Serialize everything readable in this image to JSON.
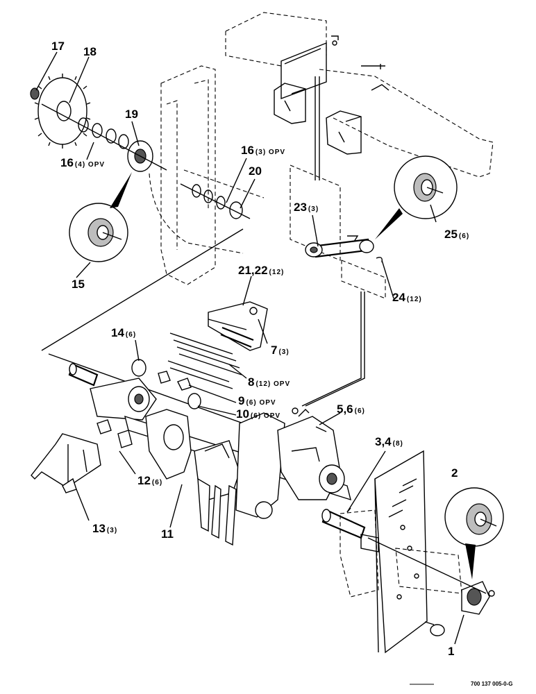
{
  "callouts": {
    "c1": {
      "num": "1",
      "qty": ""
    },
    "c2": {
      "num": "2",
      "qty": ""
    },
    "c34": {
      "num": "3,4",
      "qty": "(8)"
    },
    "c56": {
      "num": "5,6",
      "qty": "(6)"
    },
    "c7": {
      "num": "7",
      "qty": "(3)"
    },
    "c8": {
      "num": "8",
      "qty": "(12) OPV"
    },
    "c9": {
      "num": "9",
      "qty": "(6) OPV"
    },
    "c10": {
      "num": "10",
      "qty": "(6) OPV"
    },
    "c11": {
      "num": "11",
      "qty": ""
    },
    "c12": {
      "num": "12",
      "qty": "(6)"
    },
    "c13": {
      "num": "13",
      "qty": "(3)"
    },
    "c14": {
      "num": "14",
      "qty": "(6)"
    },
    "c15": {
      "num": "15",
      "qty": ""
    },
    "c16a": {
      "num": "16",
      "qty": "(4) OPV"
    },
    "c16b": {
      "num": "16",
      "qty": "(3) OPV"
    },
    "c17": {
      "num": "17",
      "qty": ""
    },
    "c18": {
      "num": "18",
      "qty": ""
    },
    "c19": {
      "num": "19",
      "qty": ""
    },
    "c20": {
      "num": "20",
      "qty": ""
    },
    "c2122": {
      "num": "21,22",
      "qty": "(12)"
    },
    "c23": {
      "num": "23",
      "qty": "(3)"
    },
    "c24": {
      "num": "24",
      "qty": "(12)"
    },
    "c25": {
      "num": "25",
      "qty": "(6)"
    }
  },
  "drawing_ref": "700 137 005-0-G"
}
